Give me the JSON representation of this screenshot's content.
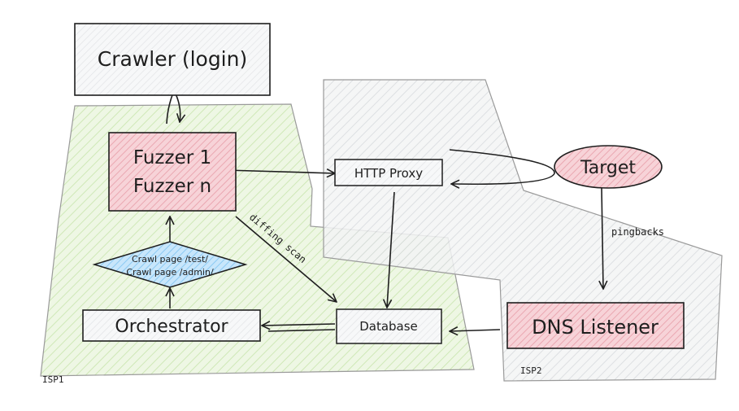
{
  "regions": {
    "isp1": {
      "label": "ISP1",
      "fill": "#e3f2d3"
    },
    "isp2": {
      "label": "ISP2",
      "fill": "#e9ecef"
    }
  },
  "nodes": {
    "crawler": {
      "label": "Crawler (login)",
      "fill": "#f8f9fa"
    },
    "fuzzer": {
      "line1": "Fuzzer 1",
      "line2": "Fuzzer n",
      "fill": "#f4c7cd"
    },
    "proxy": {
      "label": "HTTP Proxy",
      "fill": "#f1f3f5"
    },
    "target": {
      "label": "Target",
      "fill": "#f4c7cd"
    },
    "crawl_diamond": {
      "line1": "Crawl page /test/",
      "line2": "Crawl page /admin/",
      "fill": "#a5d8ff"
    },
    "orchestrator": {
      "label": "Orchestrator",
      "fill": "#eef0ee"
    },
    "database": {
      "label": "Database",
      "fill": "#f1f3f5"
    },
    "dns": {
      "label": "DNS Listener",
      "fill": "#f4c7cd"
    }
  },
  "edge_labels": {
    "diffing": "diffing scan",
    "pingbacks": "pingbacks"
  },
  "colors": {
    "stroke": "#1e1e1e"
  }
}
